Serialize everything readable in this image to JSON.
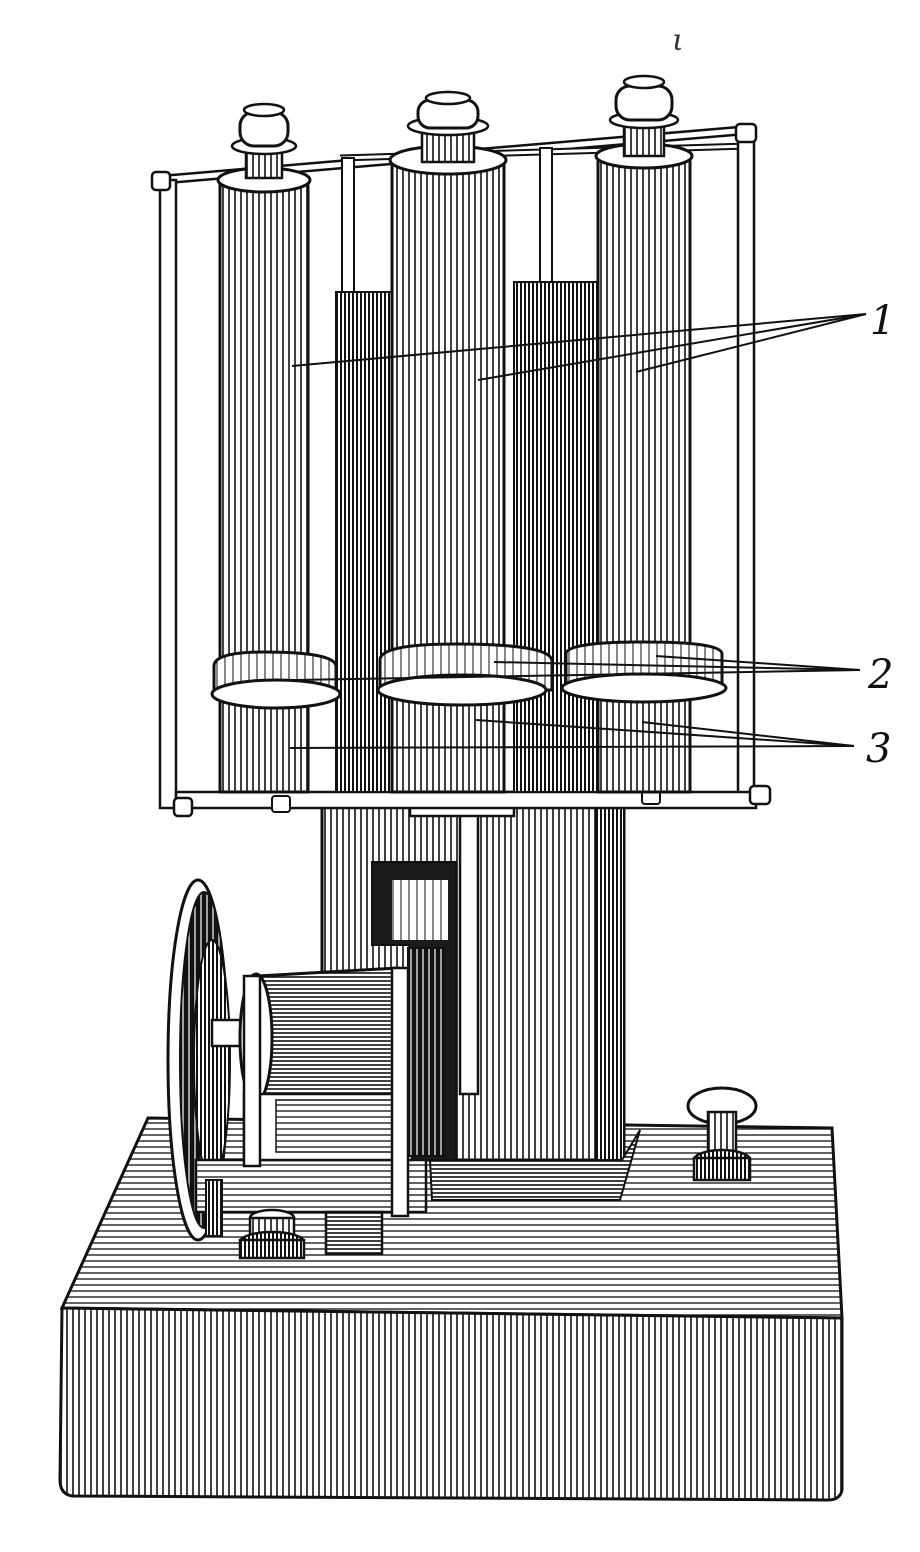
{
  "figure": {
    "callouts": [
      {
        "id": "1",
        "text": "1"
      },
      {
        "id": "2",
        "text": "2"
      },
      {
        "id": "3",
        "text": "3"
      }
    ],
    "stray_mark": "ι",
    "colors": {
      "ink": "#111111",
      "paper": "#ffffff"
    }
  }
}
